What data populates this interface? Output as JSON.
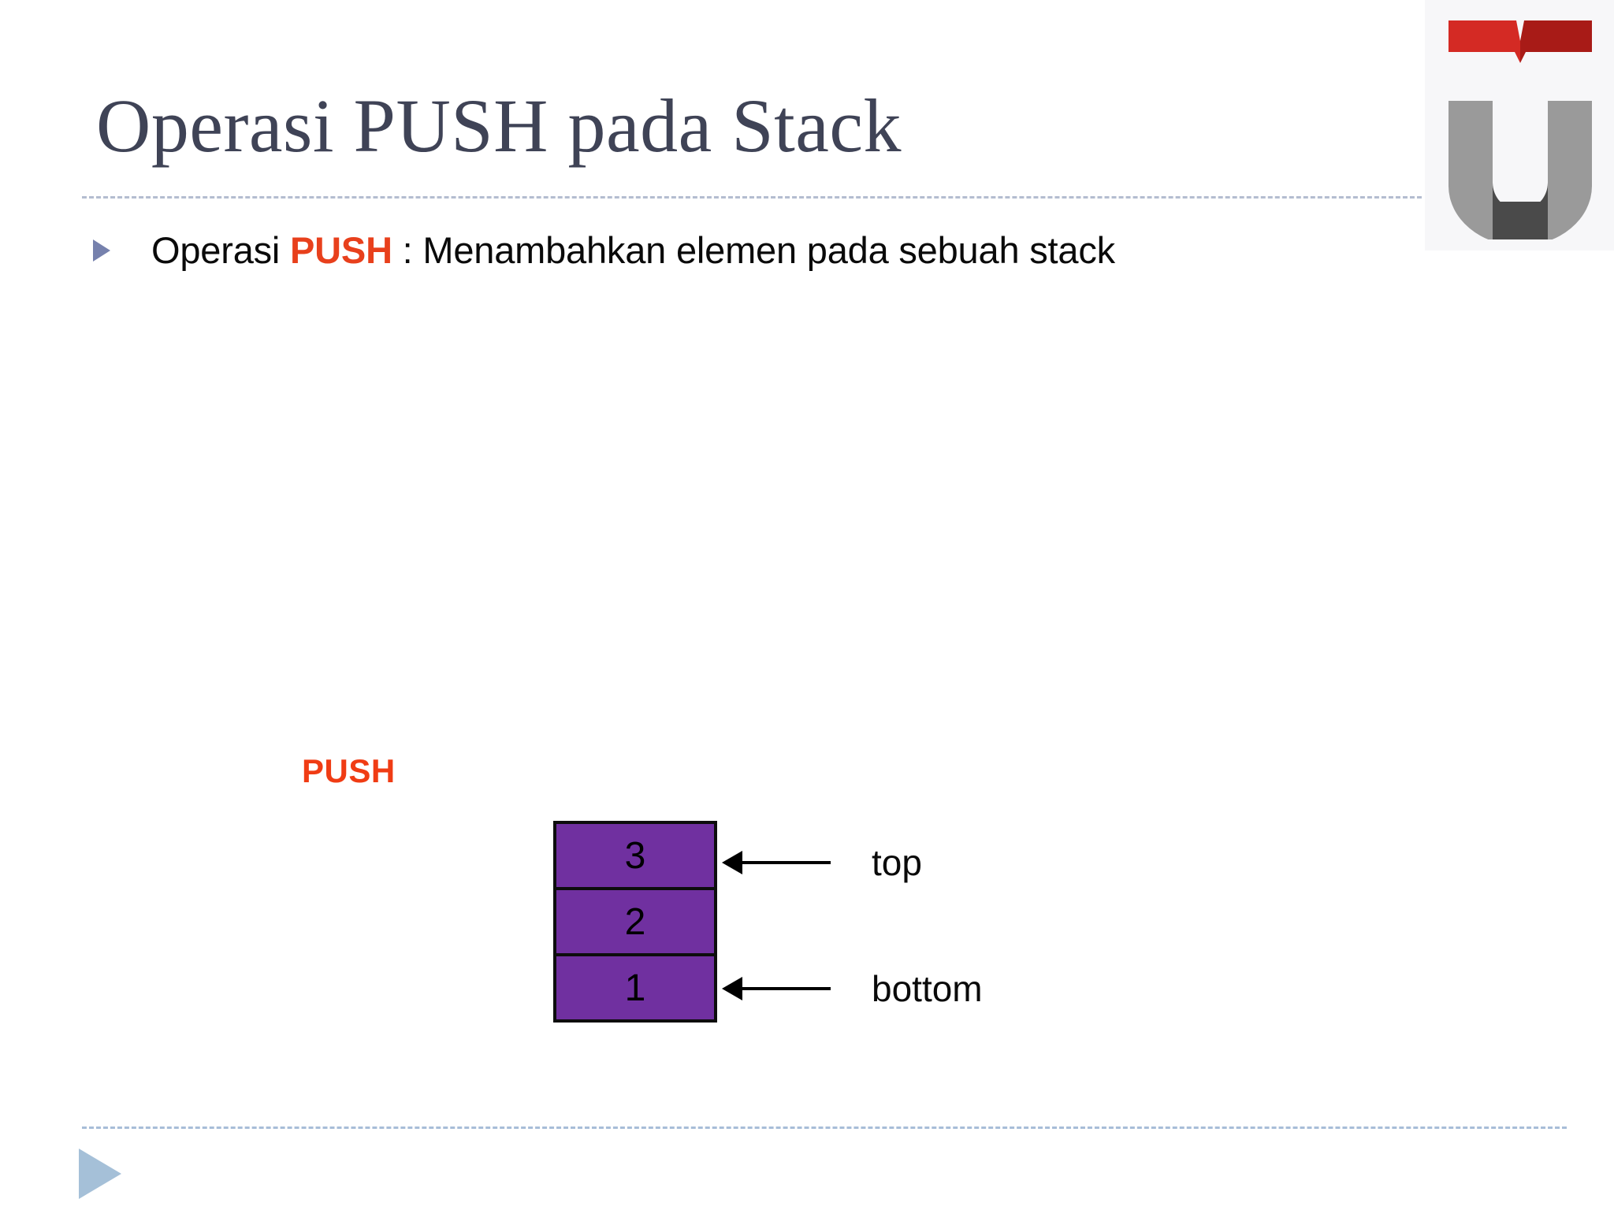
{
  "slide": {
    "title": "Operasi PUSH pada Stack",
    "title_color": "#3f4356",
    "background_color": "#ffffff"
  },
  "logo": {
    "name": "telkom-university-logo",
    "book_color": "#d42a24",
    "book_color_dark": "#a81b17",
    "u_color": "#9a9a9a",
    "u_color_dark": "#4a4a4a"
  },
  "body": {
    "bullet_marker": "triangle-bullet-icon",
    "bullet_marker_color": "#7681ad",
    "text_before": "Operasi ",
    "keyword": "PUSH",
    "keyword_color": "#e8401c",
    "text_after": " : Menambahkan elemen pada sebuah stack"
  },
  "diagram": {
    "operation_label": "PUSH",
    "operation_label_color": "#f03c14",
    "cell_fill": "#7030a0",
    "cell_border": "#0d0d0d",
    "cells": [
      {
        "value": "3"
      },
      {
        "value": "2"
      },
      {
        "value": "1"
      }
    ],
    "annotations": [
      {
        "label": "top",
        "points_to": "3"
      },
      {
        "label": "bottom",
        "points_to": "1"
      }
    ]
  },
  "footer": {
    "rule_color": "#a8bdd8",
    "triangle_color": "#a5c0d8",
    "triangle_icon": "play-triangle-icon"
  }
}
